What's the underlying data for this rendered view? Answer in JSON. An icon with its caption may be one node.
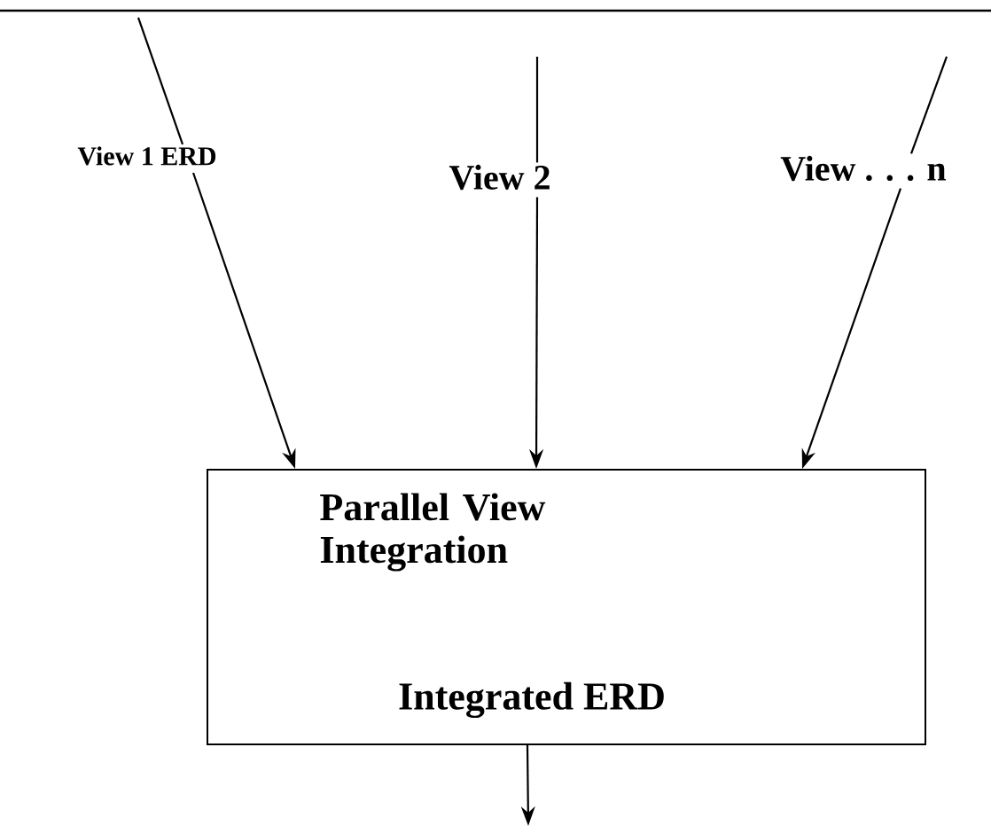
{
  "diagram": {
    "nodes": [
      {
        "text": [
          "View 1 ERD"
        ]
      },
      {
        "text": [
          "View 2"
        ]
      },
      {
        "text": [
          "View . . . n"
        ]
      },
      {
        "text": [
          "Parallel View Integration",
          "Integrated ERD"
        ]
      }
    ],
    "edges": [
      {
        "from": null,
        "to": 0,
        "arrow": "none"
      },
      {
        "from": null,
        "to": 1,
        "arrow": "none"
      },
      {
        "from": null,
        "to": 2,
        "arrow": "none"
      },
      {
        "from": 0,
        "to": 3,
        "arrow": "to"
      },
      {
        "from": 1,
        "to": 3,
        "arrow": "to"
      },
      {
        "from": 2,
        "to": 3,
        "arrow": "to"
      },
      {
        "from": 3,
        "to": null,
        "arrow": "to"
      }
    ]
  }
}
